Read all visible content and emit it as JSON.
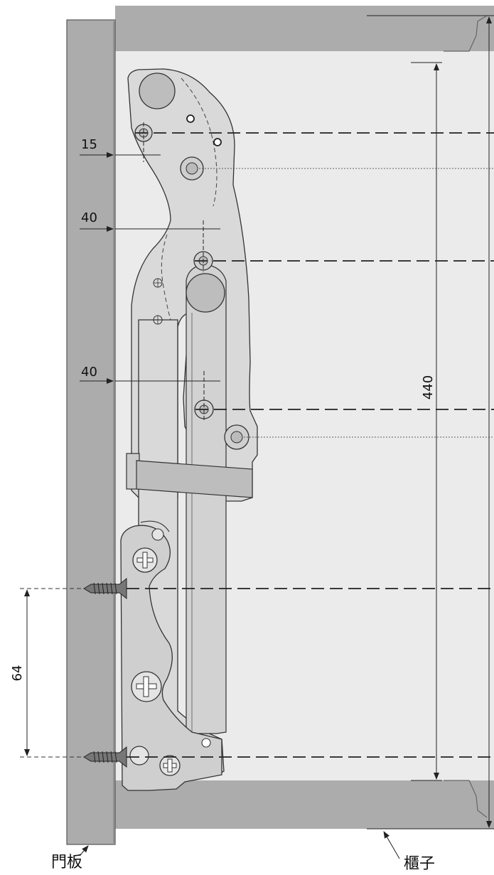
{
  "labels": {
    "door_panel": "門板",
    "cabinet": "櫃子"
  },
  "dimensions": {
    "dim_15": "15",
    "dim_40_upper": "40",
    "dim_40_lower": "40",
    "dim_440": "440",
    "dim_64": "64"
  },
  "colors": {
    "panel_gray": "#acacac",
    "cabinet_interior": "#ebebeb",
    "hinge_fill": "#d9d9d9",
    "line": "#222222"
  }
}
